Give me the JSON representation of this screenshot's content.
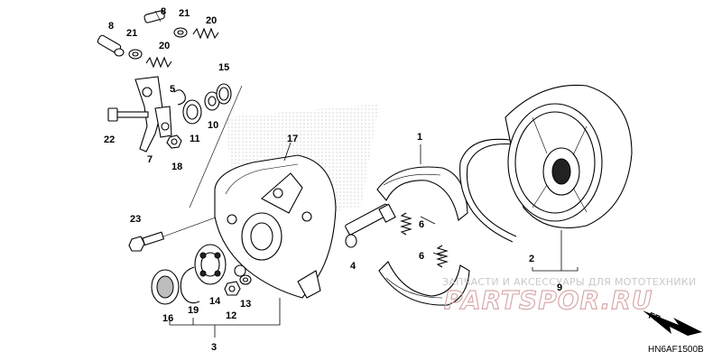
{
  "callouts": {
    "n1": "1",
    "n2": "2",
    "n3": "3",
    "n4": "4",
    "n5": "5",
    "n6a": "6",
    "n6b": "6",
    "n7": "7",
    "n8a": "8",
    "n8b": "8",
    "n9": "9",
    "n10": "10",
    "n11": "11",
    "n12": "12",
    "n13": "13",
    "n14": "14",
    "n15": "15",
    "n16": "16",
    "n17": "17",
    "n18": "18",
    "n19": "19",
    "n20a": "20",
    "n20b": "20",
    "n21a": "21",
    "n21b": "21",
    "n22": "22",
    "n23": "23"
  },
  "watermark": {
    "tagline": "ЗАПЧАСТИ И АКСЕССУАРЫ ДЛЯ МОТОТЕХНИКИ",
    "brand": "PARTSPOR.RU"
  },
  "direction_label": "FR.",
  "diagram_code": "HN6AF1500B"
}
